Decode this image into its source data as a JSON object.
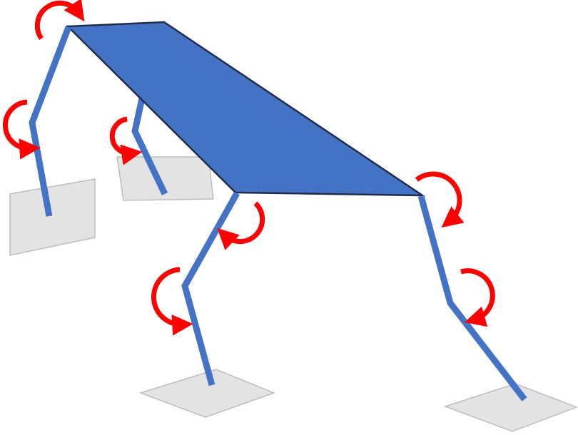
{
  "diagram": {
    "subject": "quadruped-robot-joint-diagram",
    "colors": {
      "body_fill": "#4472C4",
      "body_stroke": "#1F2D4D",
      "leg": "#4472C4",
      "foot_pad_fill": "#E3E3E3",
      "foot_pad_stroke": "#BDBDBD",
      "rotation_arrow": "#FF0000",
      "background": "#FFFFFF"
    },
    "legs": [
      {
        "id": "front-left",
        "icons": [
          "hip-rotation-arrow-icon",
          "knee-rotation-arrow-icon"
        ]
      },
      {
        "id": "rear-left",
        "icons": [
          "knee-rotation-arrow-icon"
        ]
      },
      {
        "id": "front-right",
        "icons": [
          "hip-rotation-arrow-icon",
          "knee-rotation-arrow-icon"
        ]
      },
      {
        "id": "rear-right",
        "icons": [
          "hip-rotation-arrow-icon",
          "knee-rotation-arrow-icon"
        ]
      }
    ]
  }
}
